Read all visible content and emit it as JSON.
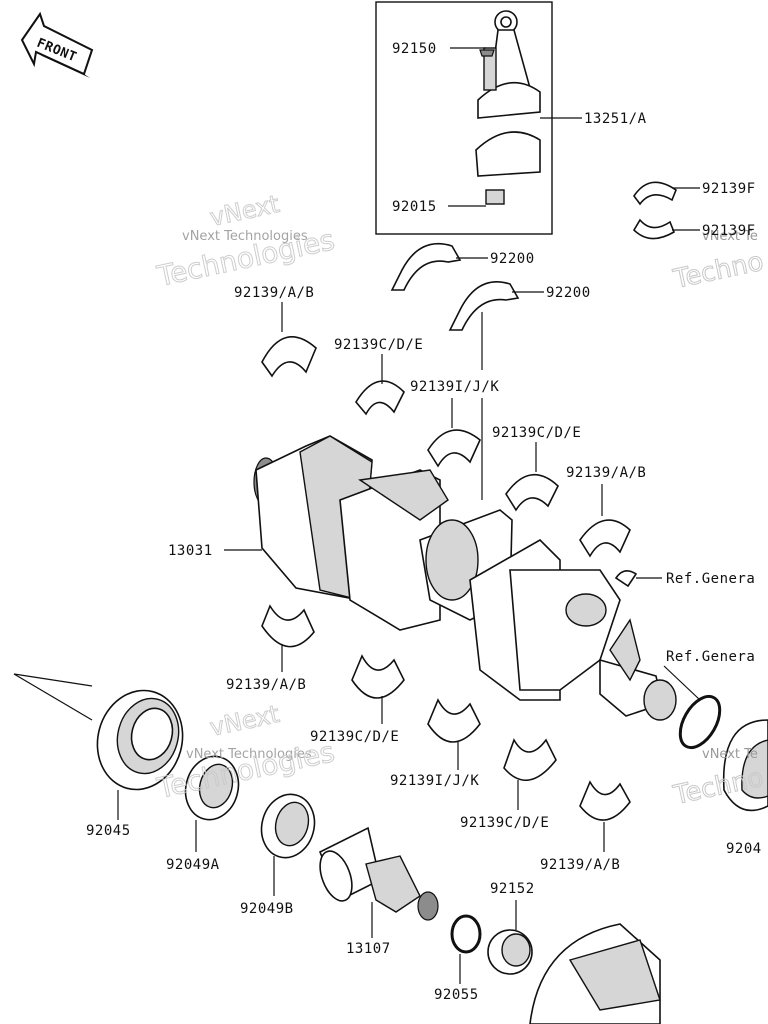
{
  "diagram": {
    "front_arrow_text": "FRONT",
    "watermarks": [
      {
        "big": "vNext",
        "small": "vNext Technologies",
        "big2": "Technologies"
      },
      {
        "big": "vNext",
        "small": "vNext Technologies",
        "big2": "Technologies"
      }
    ],
    "watermark_right_small": "vNext Te",
    "watermark_right_big": "Techno",
    "watermark_right2_small": "vNext Te",
    "watermark_right2_big": "Techno",
    "labels": {
      "l_92150": "92150",
      "l_13251A": "13251/A",
      "l_92015": "92015",
      "l_92139F_1": "92139F",
      "l_92139F_2": "92139F",
      "l_92200_1": "92200",
      "l_92200_2": "92200",
      "l_92139AB_1": "92139/A/B",
      "l_92139CDE_1": "92139C/D/E",
      "l_92139IJK_1": "92139I/J/K",
      "l_92139CDE_2": "92139C/D/E",
      "l_92139AB_2": "92139/A/B",
      "l_13031": "13031",
      "l_refgen_1": "Ref.Genera",
      "l_refgen_2": "Ref.Genera",
      "l_92139AB_3": "92139/A/B",
      "l_92139CDE_3": "92139C/D/E",
      "l_92139IJK_2": "92139I/J/K",
      "l_92139CDE_4": "92139C/D/E",
      "l_92139AB_4": "92139/A/B",
      "l_92045": "92045",
      "l_92049A": "92049A",
      "l_92049B": "92049B",
      "l_13107": "13107",
      "l_92152": "92152",
      "l_92055": "92055",
      "l_9204": "9204"
    }
  }
}
